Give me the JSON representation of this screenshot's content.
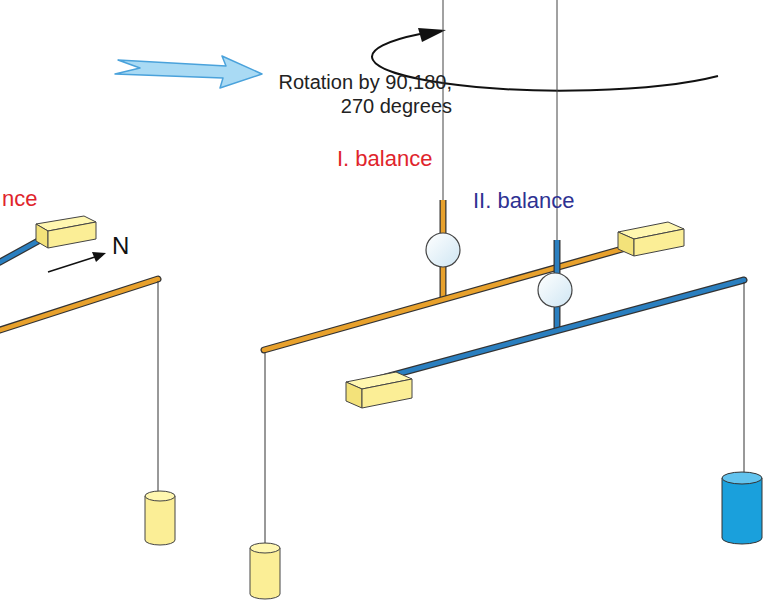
{
  "diagram": {
    "labels": [
      "Rotation by 90,180, 270 degrees",
      "I. balance",
      "II. balance",
      "N",
      "nce"
    ]
  }
}
